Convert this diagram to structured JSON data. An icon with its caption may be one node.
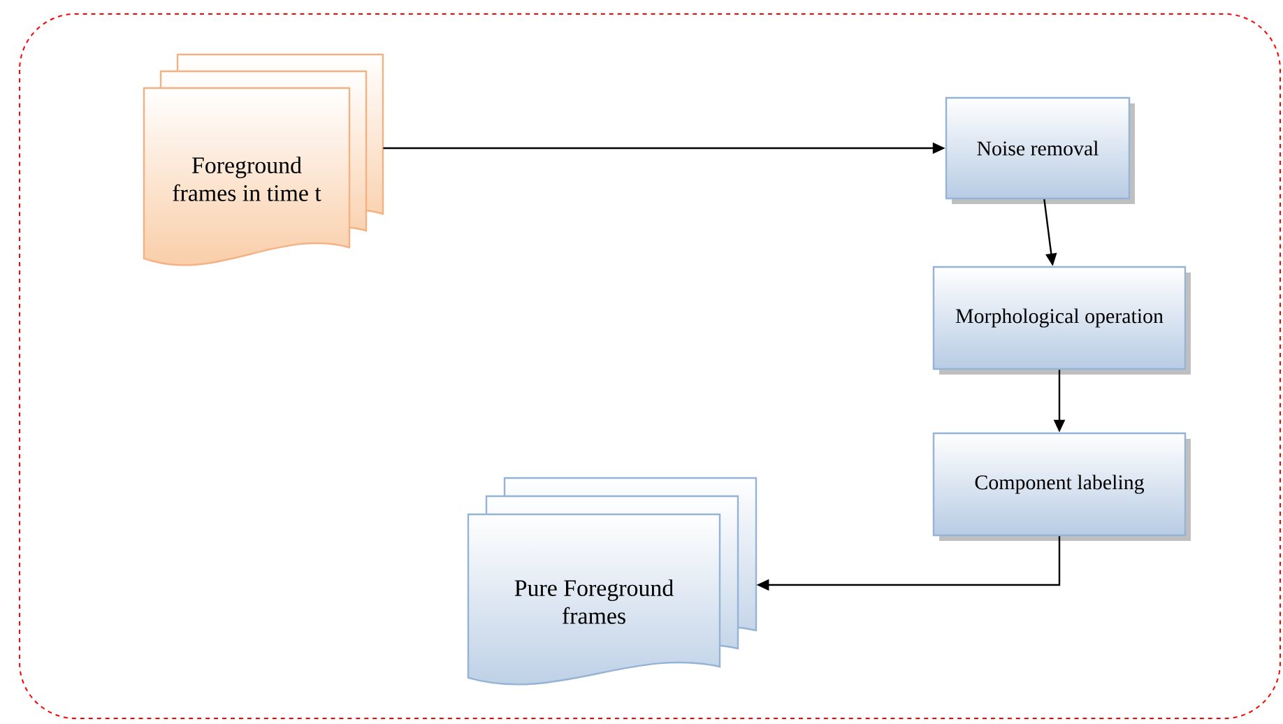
{
  "diagram": {
    "nodes": [
      {
        "text": [
          "Foreground frames in time t"
        ]
      },
      {
        "text": [
          "Noise removal"
        ]
      },
      {
        "text": [
          "Morphological operation"
        ]
      },
      {
        "text": [
          "Component labeling"
        ]
      },
      {
        "text": [
          "Pure Foreground frames"
        ]
      }
    ],
    "edges": [
      {
        "from": 0,
        "to": 1,
        "arrow": "to"
      },
      {
        "from": 1,
        "to": 2,
        "arrow": "to"
      },
      {
        "from": 2,
        "to": 3,
        "arrow": "to"
      },
      {
        "from": 3,
        "to": 4,
        "arrow": "to"
      }
    ]
  }
}
